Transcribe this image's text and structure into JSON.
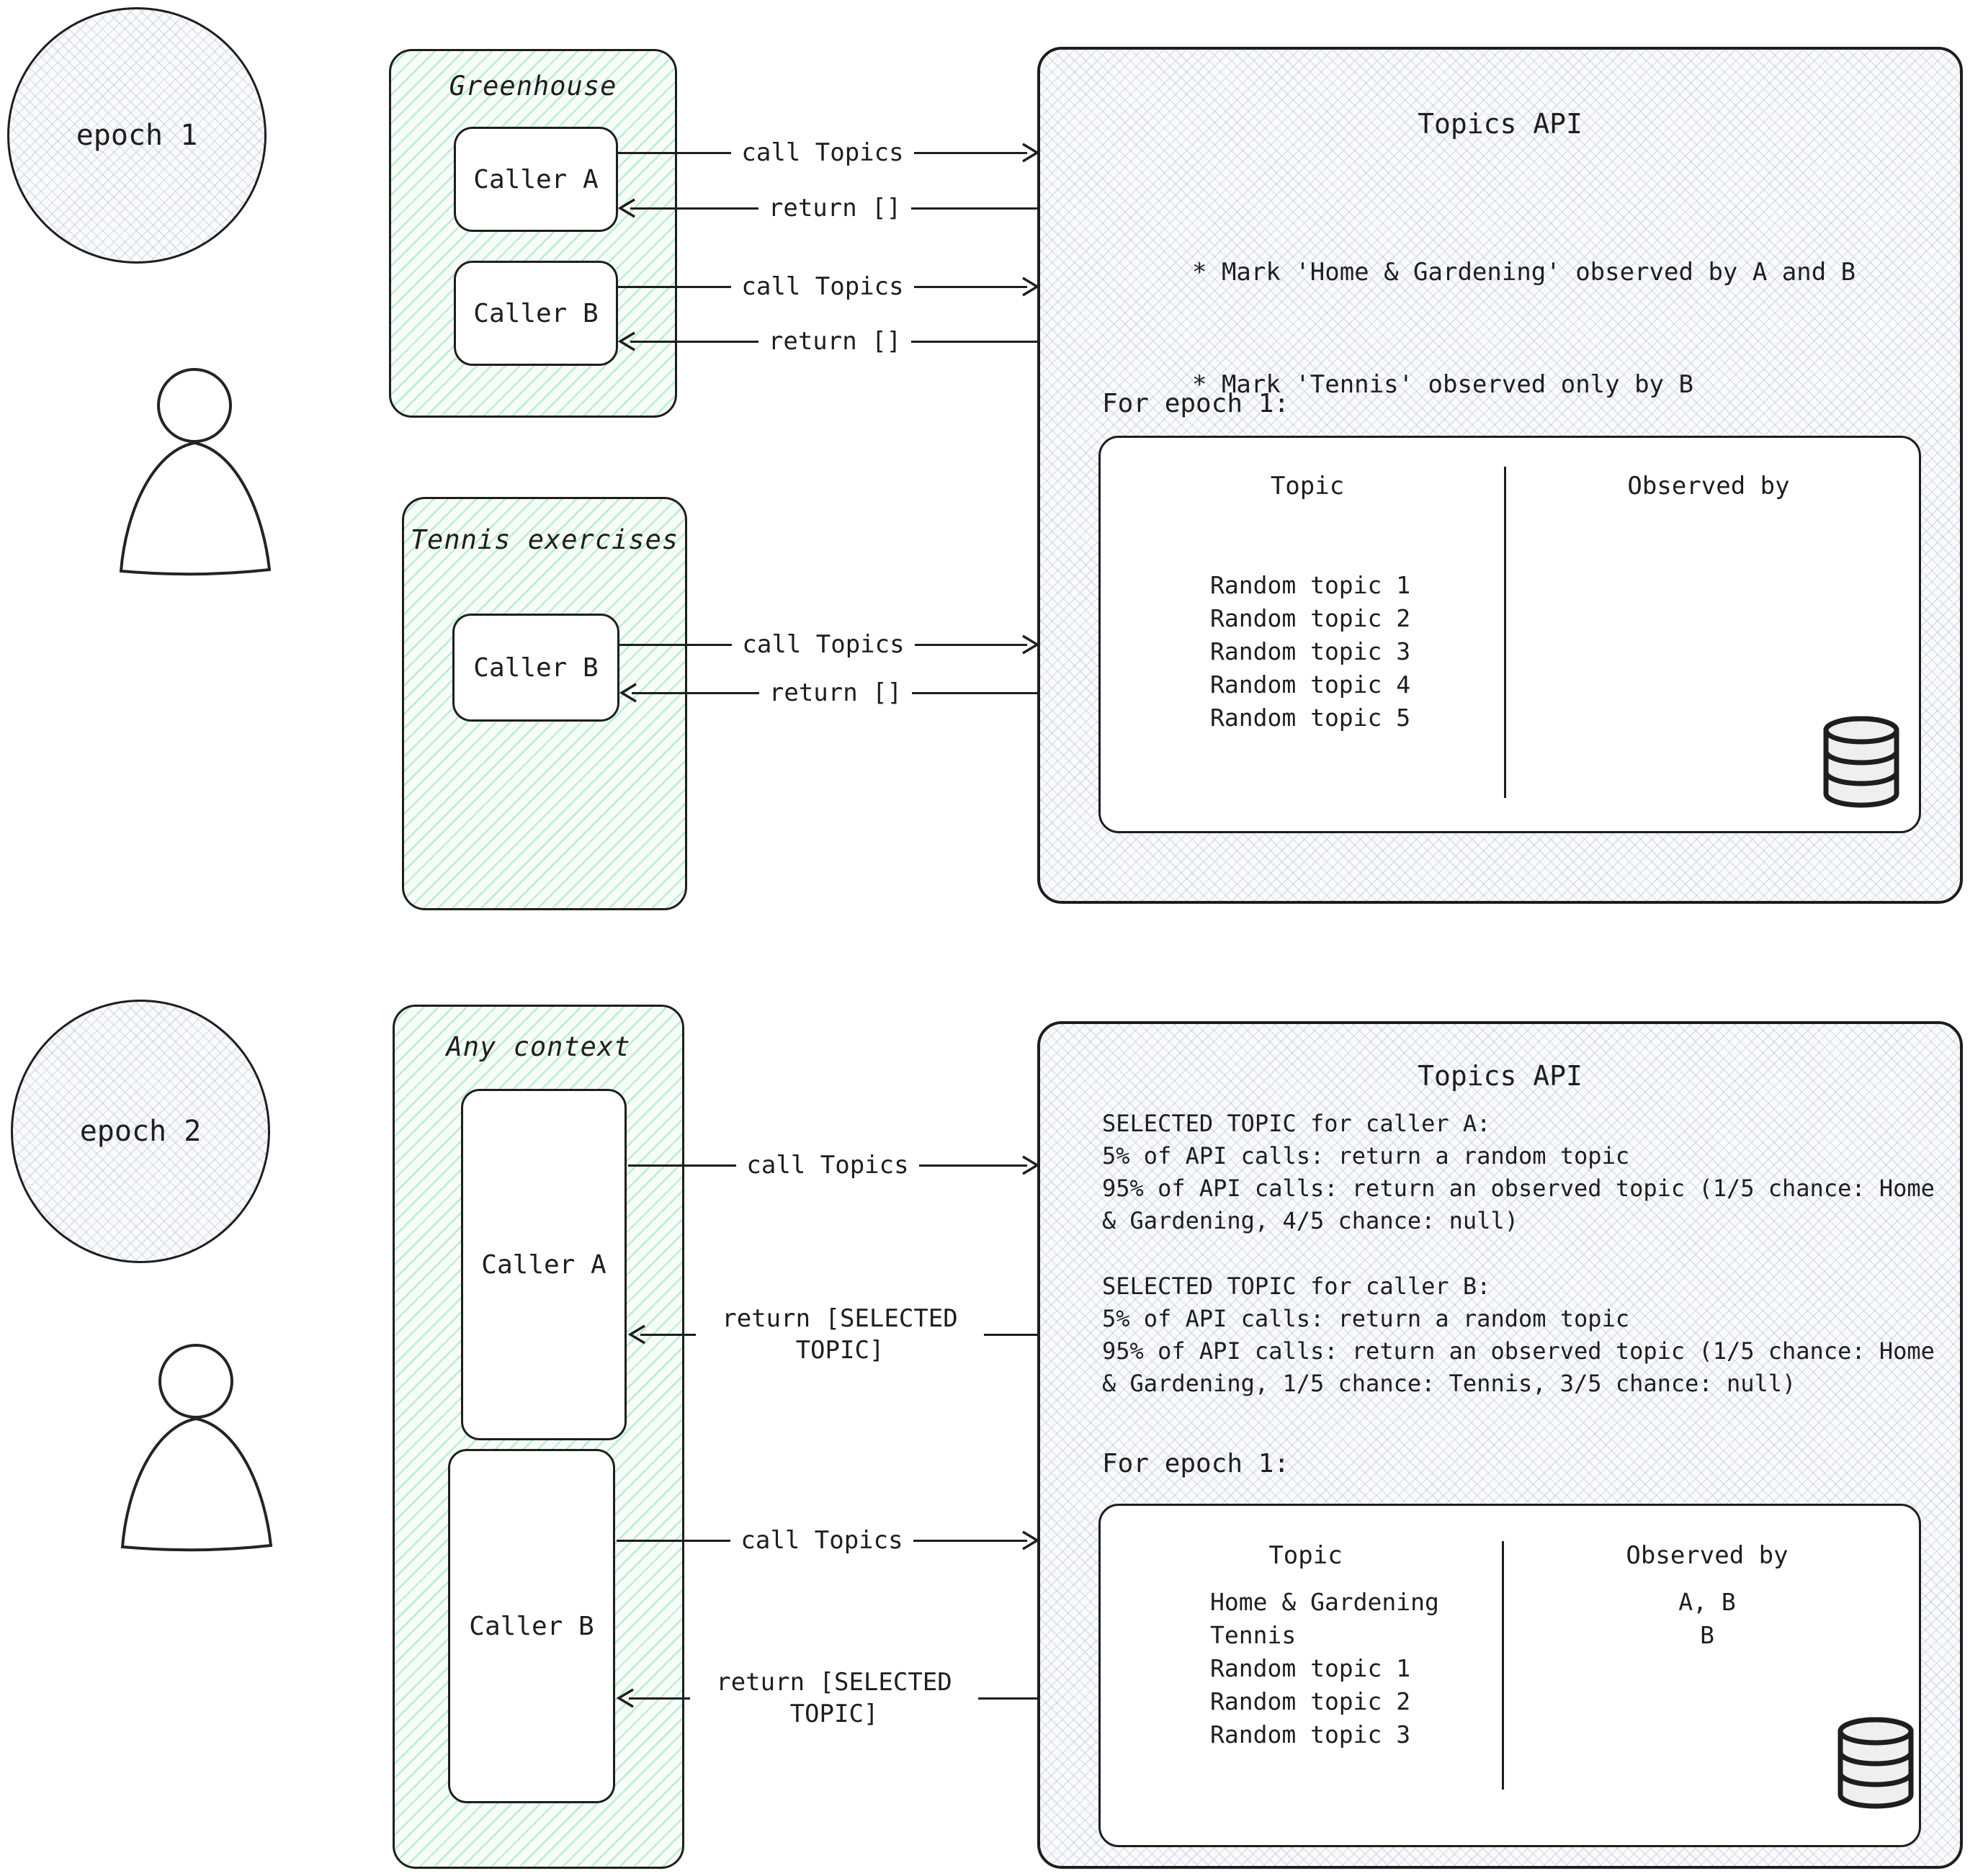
{
  "colors": {
    "ink": "#1e1e1e",
    "green_hatch_line": "#86e2a9",
    "green_bg": "#f7fdf9",
    "gray_hatch_line": "#bac3d6",
    "panel_bg": "#fafbfd",
    "white": "#ffffff"
  },
  "icons": {
    "database": "database-icon",
    "person": "person-icon"
  },
  "epoch1": {
    "label": "epoch 1",
    "greenhouse": {
      "title": "Greenhouse",
      "caller_a": "Caller A",
      "caller_b": "Caller B"
    },
    "tennis": {
      "title": "Tennis exercises",
      "caller_b": "Caller B"
    },
    "arrows": {
      "a_call": "call Topics",
      "a_return": "return []",
      "b_call": "call Topics",
      "b_return": "return []",
      "tennis_call": "call Topics",
      "tennis_return": "return []"
    },
    "api": {
      "title": "Topics API",
      "notes": [
        "* Mark 'Home & Gardening' observed by A and B",
        "* Mark 'Tennis' observed only by B"
      ],
      "caption": "For epoch 1:",
      "table": {
        "col_topic": "Topic",
        "col_observed": "Observed by",
        "topics": [
          "Random topic 1",
          "Random topic 2",
          "Random topic 3",
          "Random topic 4",
          "Random topic 5"
        ],
        "observed": [
          "",
          "",
          "",
          "",
          ""
        ]
      }
    }
  },
  "epoch2": {
    "label": "epoch 2",
    "context": {
      "title": "Any context",
      "caller_a": "Caller A",
      "caller_b": "Caller B"
    },
    "arrows": {
      "a_call": "call Topics",
      "a_return": "return [SELECTED TOPIC]",
      "b_call": "call Topics",
      "b_return": "return [SELECTED TOPIC]"
    },
    "api": {
      "title": "Topics API",
      "rules": [
        {
          "heading": "SELECTED TOPIC for caller A:",
          "line1": "5% of API calls: return a random topic",
          "line2": "95% of API calls: return an observed topic (1/5 chance: Home & Gardening, 4/5 chance: null)"
        },
        {
          "heading": "SELECTED TOPIC for caller B:",
          "line1": "5% of API calls: return a random topic",
          "line2": "95% of API calls: return an observed topic (1/5 chance: Home & Gardening, 1/5 chance: Tennis,  3/5 chance: null)"
        }
      ],
      "caption": "For epoch 1:",
      "table": {
        "col_topic": "Topic",
        "col_observed": "Observed by",
        "topics": [
          "Home & Gardening",
          "Tennis",
          "Random topic 1",
          "Random topic 2",
          "Random topic 3"
        ],
        "observed": [
          "A, B",
          "B",
          "",
          "",
          ""
        ]
      }
    }
  }
}
